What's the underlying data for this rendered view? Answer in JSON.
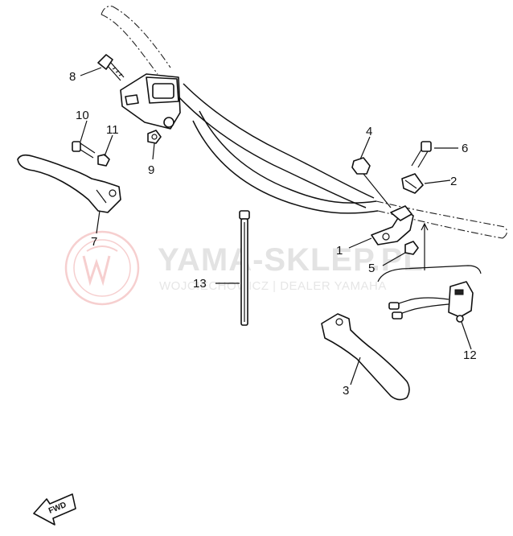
{
  "watermark": {
    "brand": "YAMA-SKLEP.PL",
    "tagline": "WOJCIECHOWICZ | DEALER YAMAHA"
  },
  "callouts": {
    "p1": "1",
    "p2": "2",
    "p3": "3",
    "p4": "4",
    "p5": "5",
    "p6": "6",
    "p7": "7",
    "p8": "8",
    "p9": "9",
    "p10": "10",
    "p11": "11",
    "p12": "12",
    "p13": "13"
  },
  "direction_badge": {
    "label": "FWD"
  },
  "colors": {
    "line": "#111111",
    "background": "#ffffff",
    "watermark_text": "#e3e3e3",
    "watermark_logo": "#f2b8b8"
  }
}
